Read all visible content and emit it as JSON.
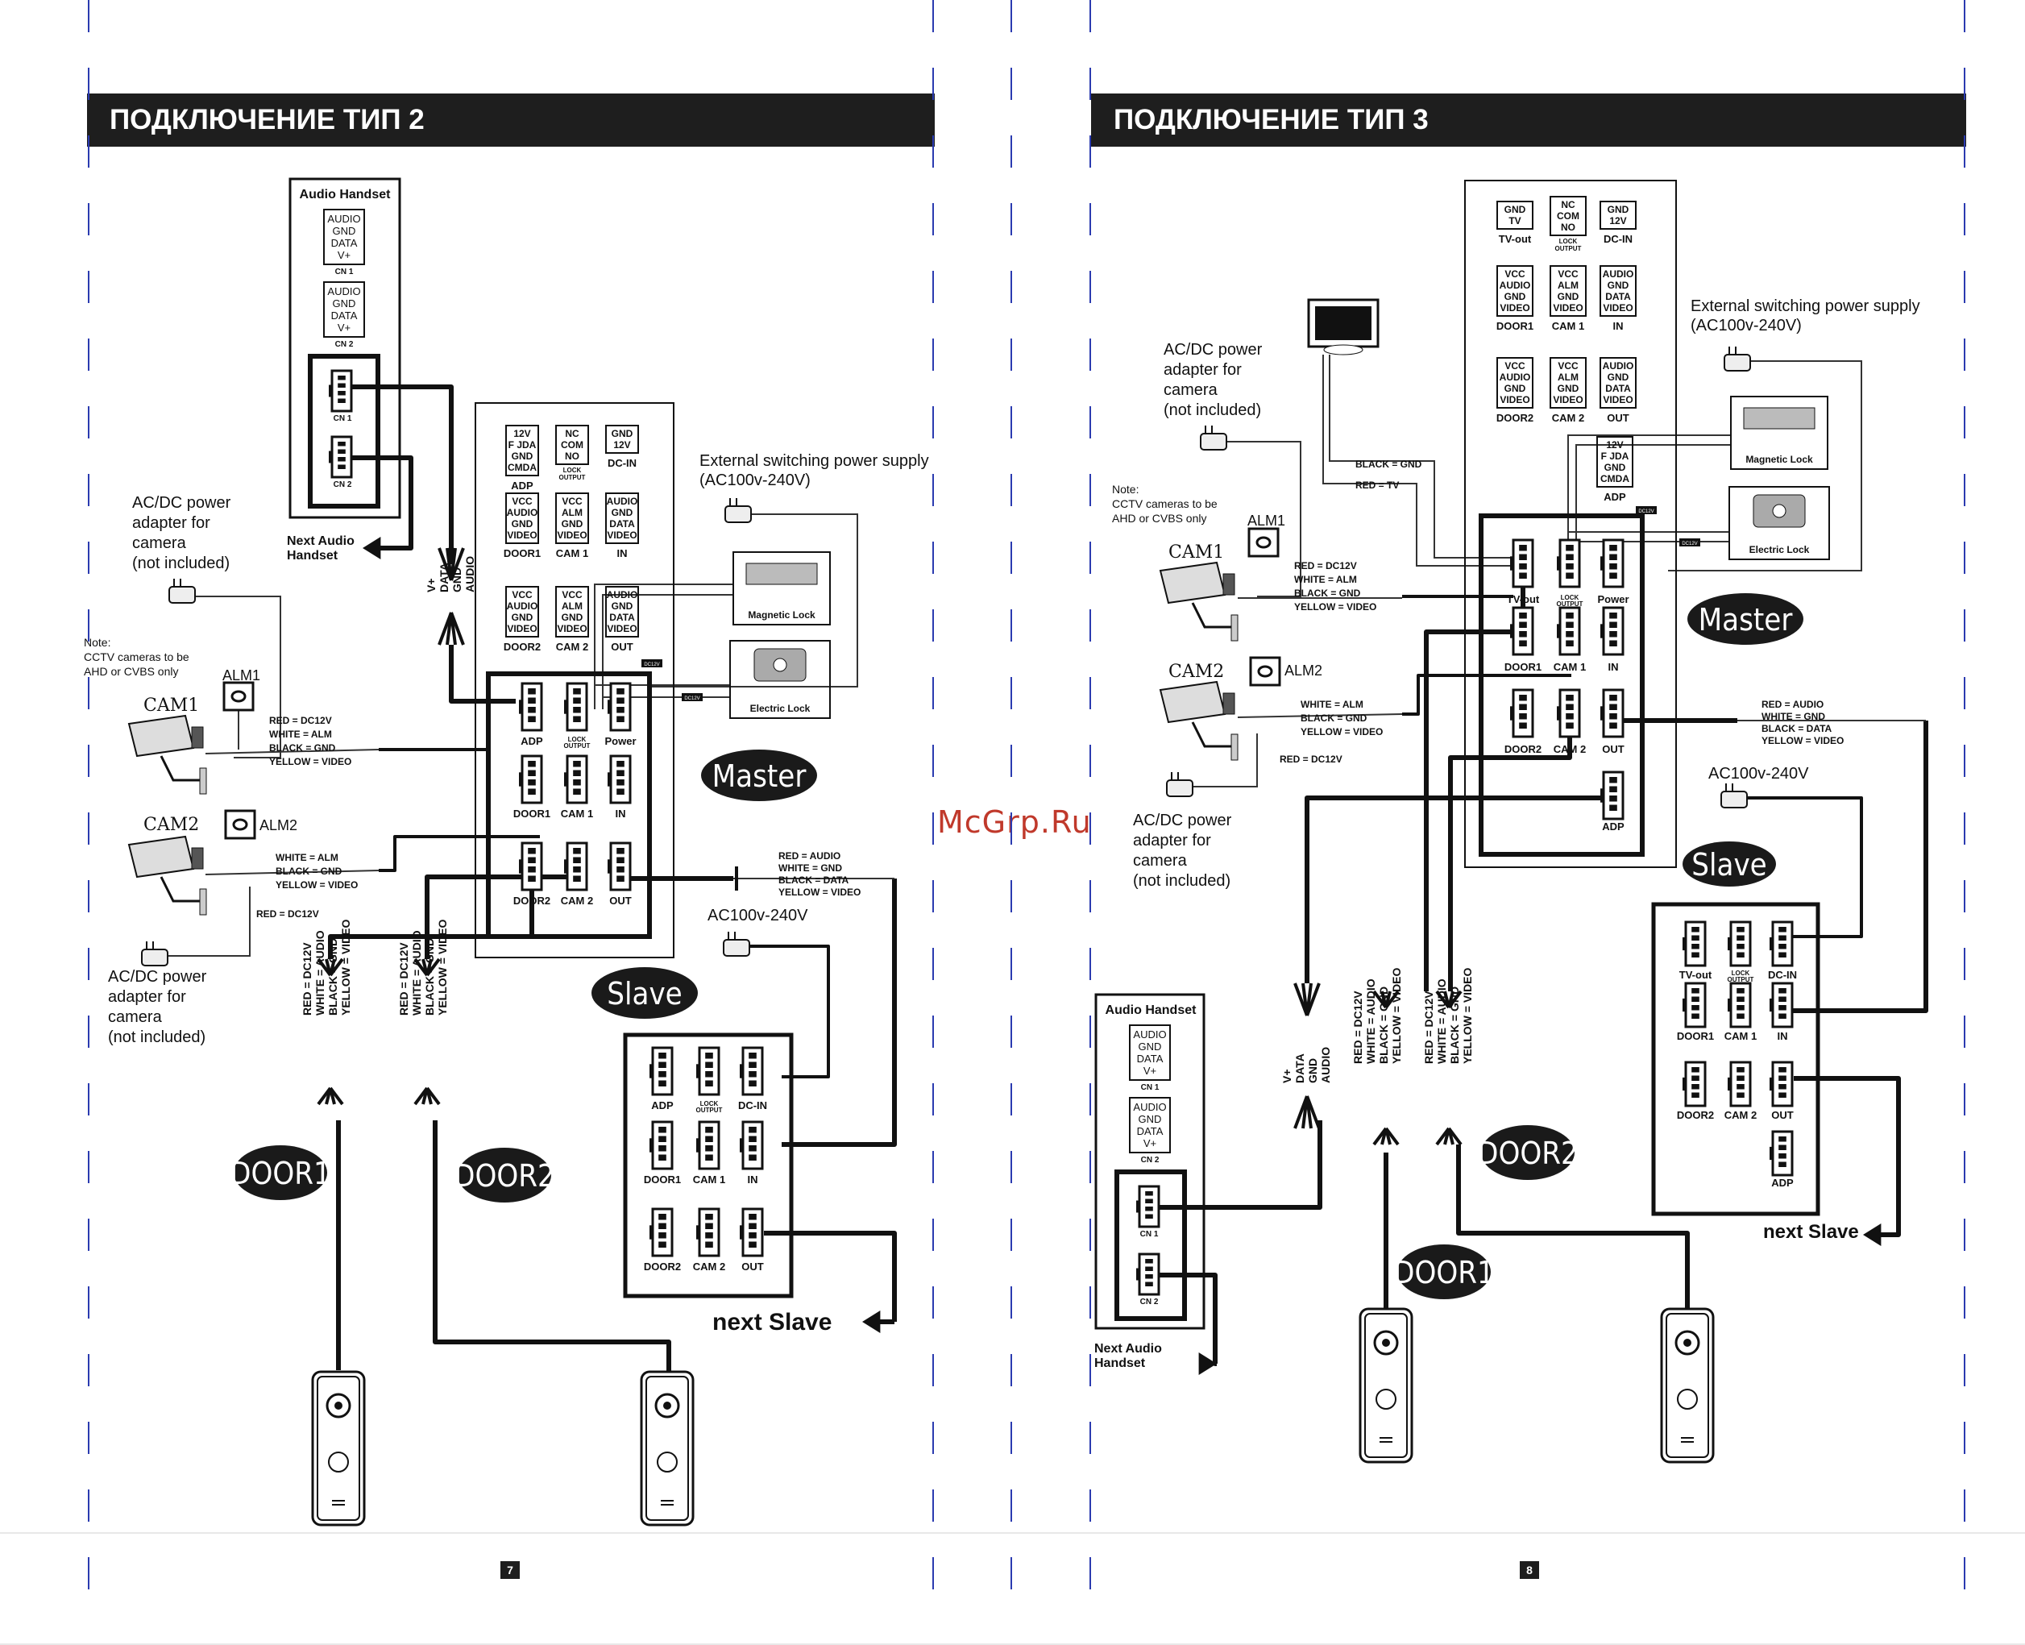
{
  "left": {
    "title": "ПОДКЛЮЧЕНИЕ ТИП 2",
    "page": "7",
    "audio_handset": {
      "title": "Audio Handset",
      "cn1": [
        "AUDIO",
        "GND",
        "DATA",
        "V+"
      ],
      "cn1_label": "CN 1",
      "cn2": [
        "AUDIO",
        "GND",
        "DATA",
        "V+"
      ],
      "cn2_label": "CN 2",
      "conn1": "CN 1",
      "conn2": "CN 2"
    },
    "next_audio": "Next Audio Handset",
    "handset_bundle": [
      "V+",
      "DATA",
      "GND",
      "AUDIO"
    ],
    "ext_power": [
      "External switching power supply",
      "(AC100v-240V)"
    ],
    "magnetic_lock": "Magnetic Lock",
    "electric_lock": "Electric Lock",
    "dc12v": "DC12V",
    "master_label": "Master",
    "slave_label": "Slave",
    "ac_label": "AC100v-240V",
    "adapter_top": [
      "AC/DC power",
      "adapter for",
      "camera",
      "(not included)"
    ],
    "adapter_bottom": [
      "AC/DC power",
      "adapter for",
      "camera",
      "(not included)"
    ],
    "note": [
      "Note:",
      "CCTV cameras to be",
      "AHD or CVBS only"
    ],
    "cam1": "CAM1",
    "cam2": "CAM2",
    "alm1": "ALM1",
    "alm2": "ALM2",
    "cam1_wires": [
      "RED = DC12V",
      "WHITE = ALM",
      "BLACK = GND",
      "YELLOW = VIDEO"
    ],
    "cam2_wires": [
      "WHITE = ALM",
      "BLACK = GND",
      "YELLOW = VIDEO",
      "RED = DC12V"
    ],
    "out_wires": [
      "RED = AUDIO",
      "WHITE = GND",
      "BLACK = DATA",
      "YELLOW = VIDEO"
    ],
    "door_wires": [
      "RED = DC12V",
      "WHITE = AUDIO",
      "BLACK = GND",
      "YELLOW = VIDEO"
    ],
    "door1": "DOOR1",
    "door2": "DOOR2",
    "next_slave": "next  Slave",
    "panel_boxes": [
      {
        "lines": [
          "12V",
          "F JDA",
          "GND",
          "CMDA"
        ],
        "label": "ADP"
      },
      {
        "lines": [
          "NC",
          "COM",
          "NO"
        ],
        "label": "LOCK OUTPUT"
      },
      {
        "lines": [
          "GND",
          "12V"
        ],
        "label": "DC-IN"
      },
      {
        "lines": [
          "VCC",
          "AUDIO",
          "GND",
          "VIDEO"
        ],
        "label": "DOOR1"
      },
      {
        "lines": [
          "VCC",
          "ALM",
          "GND",
          "VIDEO"
        ],
        "label": "CAM 1"
      },
      {
        "lines": [
          "AUDIO",
          "GND",
          "DATA",
          "VIDEO"
        ],
        "label": "IN"
      },
      {
        "lines": [
          "VCC",
          "AUDIO",
          "GND",
          "VIDEO"
        ],
        "label": "DOOR2"
      },
      {
        "lines": [
          "VCC",
          "ALM",
          "GND",
          "VIDEO"
        ],
        "label": "CAM 2"
      },
      {
        "lines": [
          "AUDIO",
          "GND",
          "DATA",
          "VIDEO"
        ],
        "label": "OUT"
      }
    ],
    "master_conn": [
      "ADP",
      "LOCK OUTPUT",
      "Power",
      "DOOR1",
      "CAM 1",
      "IN",
      "DOOR2",
      "CAM 2",
      "OUT"
    ],
    "slave_conn": [
      "ADP",
      "LOCK OUTPUT",
      "DC-IN",
      "DOOR1",
      "CAM 1",
      "IN",
      "DOOR2",
      "CAM 2",
      "OUT"
    ]
  },
  "right": {
    "title": "ПОДКЛЮЧЕНИЕ ТИП 3",
    "page": "8",
    "panel_boxes": [
      {
        "lines": [
          "GND",
          "TV"
        ],
        "label": "TV-out"
      },
      {
        "lines": [
          "NC",
          "COM",
          "NO"
        ],
        "label": "LOCK OUTPUT"
      },
      {
        "lines": [
          "GND",
          "12V"
        ],
        "label": "DC-IN"
      },
      {
        "lines": [
          "VCC",
          "AUDIO",
          "GND",
          "VIDEO"
        ],
        "label": "DOOR1"
      },
      {
        "lines": [
          "VCC",
          "ALM",
          "GND",
          "VIDEO"
        ],
        "label": "CAM 1"
      },
      {
        "lines": [
          "AUDIO",
          "GND",
          "DATA",
          "VIDEO"
        ],
        "label": "IN"
      },
      {
        "lines": [
          "VCC",
          "AUDIO",
          "GND",
          "VIDEO"
        ],
        "label": "DOOR2"
      },
      {
        "lines": [
          "VCC",
          "ALM",
          "GND",
          "VIDEO"
        ],
        "label": "CAM 2"
      },
      {
        "lines": [
          "AUDIO",
          "GND",
          "DATA",
          "VIDEO"
        ],
        "label": "OUT"
      }
    ],
    "adp_box": {
      "lines": [
        "12V",
        "F JDA",
        "GND",
        "CMDA"
      ],
      "label": "ADP"
    },
    "ext_power": [
      "External switching power supply",
      "(AC100v-240V)"
    ],
    "magnetic_lock": "Magnetic Lock",
    "electric_lock": "Electric Lock",
    "dc12v": "DC12V",
    "adapter_top": [
      "AC/DC power",
      "adapter for",
      "camera",
      "(not included)"
    ],
    "adapter_bottom": [
      "AC/DC power",
      "adapter for",
      "camera",
      "(not included)"
    ],
    "note": [
      "Note:",
      "CCTV cameras to be",
      "AHD or CVBS only"
    ],
    "tv_wires": [
      "BLACK = GND",
      "RED = TV"
    ],
    "cam1": "CAM1",
    "cam2": "CAM2",
    "alm1": "ALM1",
    "alm2": "ALM2",
    "cam1_wires": [
      "RED = DC12V",
      "WHITE = ALM",
      "BLACK = GND",
      "YELLOW = VIDEO"
    ],
    "cam2_wires": [
      "WHITE = ALM",
      "BLACK = GND",
      "YELLOW = VIDEO",
      "RED = DC12V"
    ],
    "out_wires": [
      "RED = AUDIO",
      "WHITE = GND",
      "BLACK = DATA",
      "YELLOW = VIDEO"
    ],
    "master_label": "Master",
    "slave_label": "Slave",
    "ac_label": "AC100v-240V",
    "master_conn": [
      "TV-out",
      "LOCK OUTPUT",
      "Power",
      "DOOR1",
      "CAM 1",
      "IN",
      "DOOR2",
      "CAM 2",
      "OUT",
      "ADP"
    ],
    "slave_conn": [
      "TV-out",
      "LOCK OUTPUT",
      "DC-IN",
      "DOOR1",
      "CAM 1",
      "IN",
      "DOOR2",
      "CAM 2",
      "OUT",
      "ADP"
    ],
    "audio_handset": {
      "title": "Audio Handset",
      "cn1": [
        "AUDIO",
        "GND",
        "DATA",
        "V+"
      ],
      "cn1_label": "CN 1",
      "cn2": [
        "AUDIO",
        "GND",
        "DATA",
        "V+"
      ],
      "cn2_label": "CN 2",
      "conn1": "CN 1",
      "conn2": "CN 2"
    },
    "next_audio": "Next Audio Handset",
    "handset_bundle": [
      "V+",
      "DATA",
      "GND",
      "AUDIO"
    ],
    "door_wires": [
      "RED = DC12V",
      "WHITE = AUDIO",
      "BLACK = GND",
      "YELLOW = VIDEO"
    ],
    "door1": "DOOR1",
    "door2": "DOOR2",
    "next_slave": "next  Slave"
  },
  "watermark": "McGrp.Ru"
}
